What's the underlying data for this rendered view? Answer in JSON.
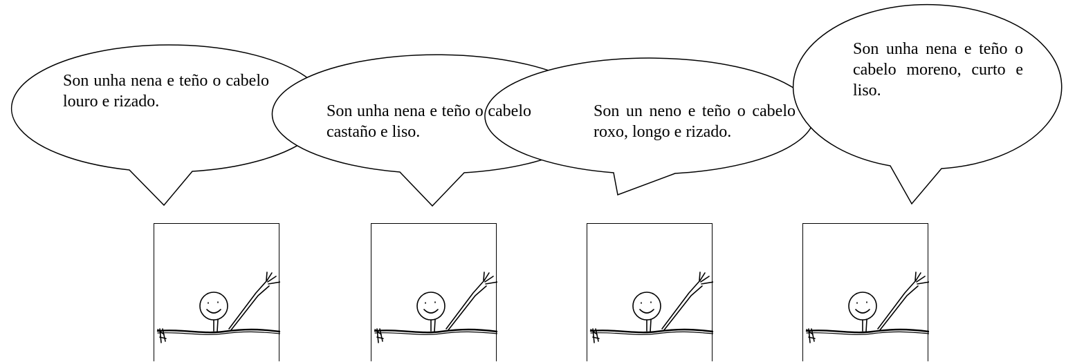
{
  "bubbles": [
    {
      "text": "Son unha nena e teño o cabelo louro e rizado."
    },
    {
      "text": "Son unha nena e teño o cabelo castaño e liso."
    },
    {
      "text": "Son un neno e teño o cabelo roxo, longo e rizado."
    },
    {
      "text": "Son unha nena e teño o cabelo moreno, curto e liso."
    }
  ]
}
